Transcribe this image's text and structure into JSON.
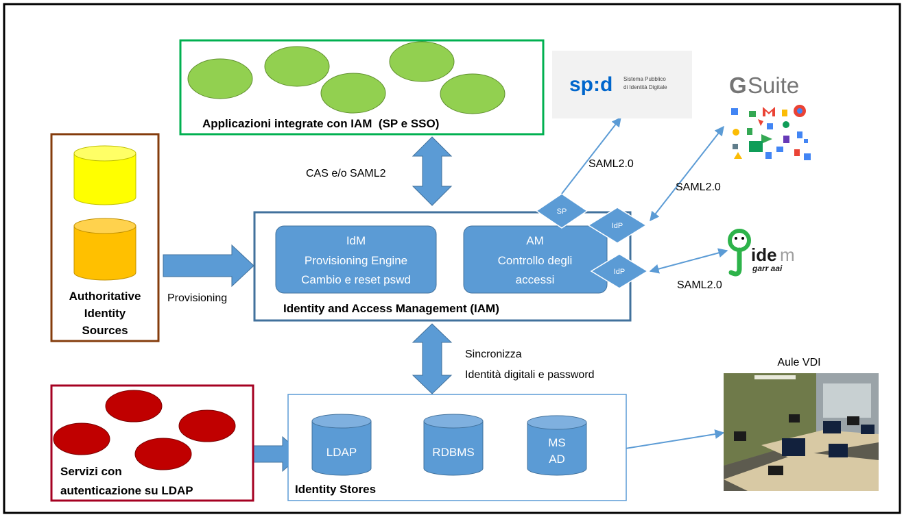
{
  "apps_box": {
    "label": "Applicazioni integrate con IAM  (SP e SSO)"
  },
  "auth_sources": {
    "line1": "Authoritative",
    "line2": "Identity",
    "line3": "Sources"
  },
  "cas_label": "CAS e/o SAML2",
  "provisioning_label": "Provisioning",
  "iam": {
    "title": "Identity and Access Management (IAM)",
    "idm": {
      "line1": "IdM",
      "line2": "Provisioning Engine",
      "line3": "Cambio e reset pswd"
    },
    "am": {
      "line1": "AM",
      "line2": "Controllo degli",
      "line3": "accessi"
    }
  },
  "diamonds": {
    "sp": "SP",
    "idp1": "IdP",
    "idp2": "IdP"
  },
  "saml": {
    "spid": "SAML2.0",
    "gsuite": "SAML2.0",
    "idem": "SAML2.0"
  },
  "spid_logo": {
    "mark": "sp:d",
    "line1": "Sistema Pubblico",
    "line2": "di Identità Digitale"
  },
  "gsuite_logo": {
    "g": "G",
    "text": "Suite"
  },
  "idem_logo": {
    "part1": "ide",
    "part2": "m",
    "sub": "garr aai"
  },
  "sync": {
    "line1": "Sincronizza",
    "line2": "Identità digitali e password"
  },
  "stores": {
    "title": "Identity Stores",
    "ldap": "LDAP",
    "rdbms": "RDBMS",
    "msad_line1": "MS",
    "msad_line2": "AD"
  },
  "ldap_services": {
    "line1": "Servizi con",
    "line2": "autenticazione su LDAP"
  },
  "vdi": {
    "label": "Aule VDI"
  },
  "colors": {
    "blue": "#5b9bd5",
    "frame_blue": "#41719c",
    "green_ellipse": "#92d050",
    "green_border": "#00b050",
    "brown_border": "#843c0c",
    "red_ellipse": "#c00000",
    "red_border": "#a50021",
    "yellow": "#ffff00",
    "orange": "#ffc000"
  }
}
